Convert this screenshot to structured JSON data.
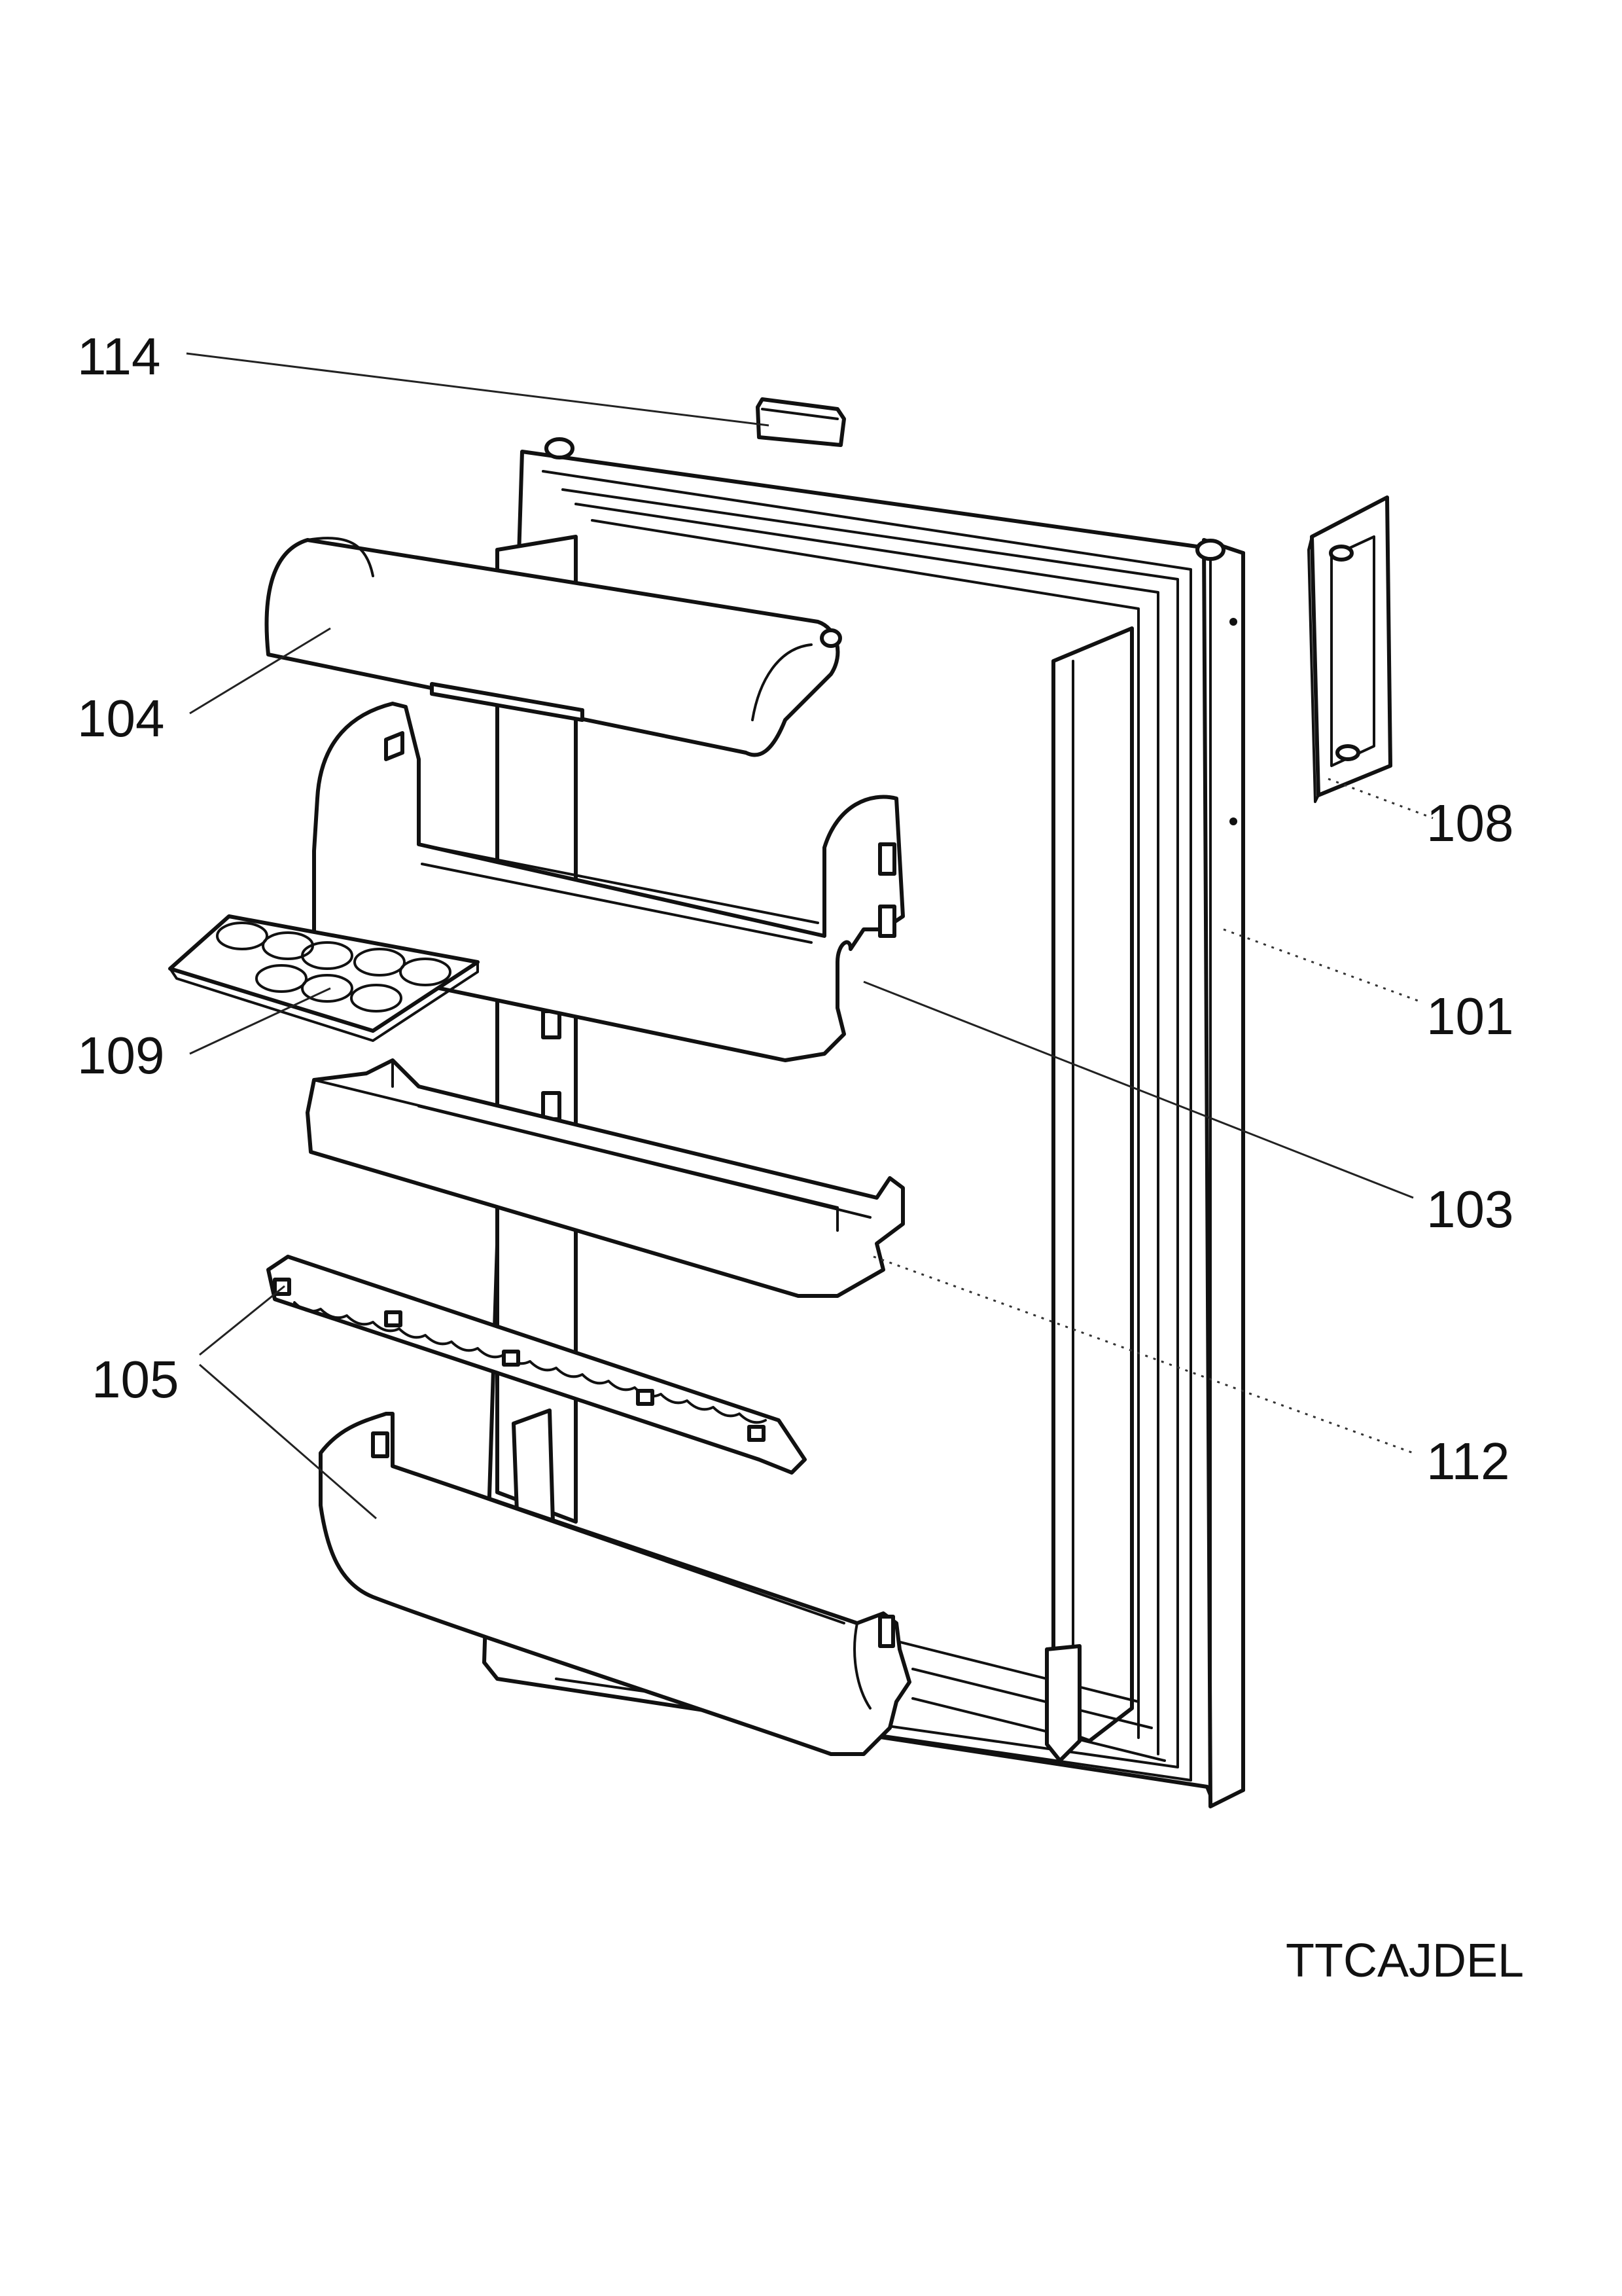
{
  "diagram": {
    "drawing_code": "TTCAJDEL",
    "callouts": [
      {
        "id": "114",
        "label": "114"
      },
      {
        "id": "104",
        "label": "104"
      },
      {
        "id": "109",
        "label": "109"
      },
      {
        "id": "105",
        "label": "105"
      },
      {
        "id": "108",
        "label": "108"
      },
      {
        "id": "101",
        "label": "101"
      },
      {
        "id": "103",
        "label": "103"
      },
      {
        "id": "112",
        "label": "112"
      }
    ]
  }
}
